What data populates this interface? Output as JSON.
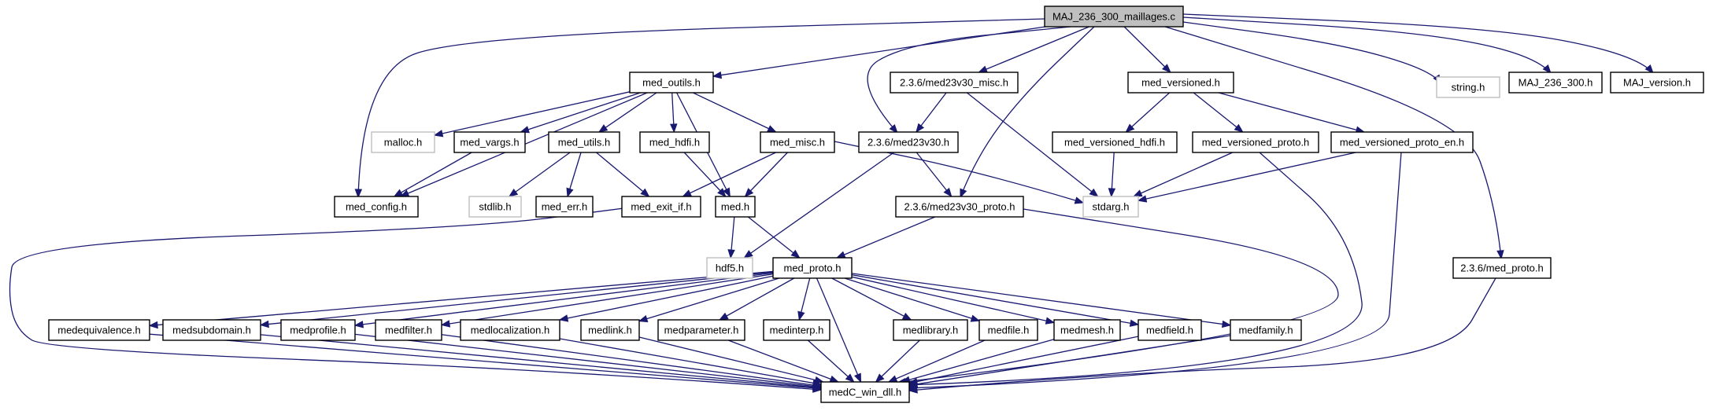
{
  "graph": {
    "colors": {
      "edge": "#191970",
      "root_fill": "#bfbfbf",
      "node_fill": "#ffffff",
      "node_border": "#000000",
      "external_border": "#bfbfbf",
      "external_text": "#7f7f7f"
    },
    "nodes": [
      {
        "id": "root",
        "label": "MAJ_236_300_maillages.c",
        "kind": "root"
      },
      {
        "id": "med_outils",
        "label": "med_outils.h",
        "kind": "normal"
      },
      {
        "id": "med23v30_misc",
        "label": "2.3.6/med23v30_misc.h",
        "kind": "normal"
      },
      {
        "id": "med_versioned",
        "label": "med_versioned.h",
        "kind": "normal"
      },
      {
        "id": "string",
        "label": "string.h",
        "kind": "external"
      },
      {
        "id": "maj236300",
        "label": "MAJ_236_300.h",
        "kind": "normal"
      },
      {
        "id": "maj_version",
        "label": "MAJ_version.h",
        "kind": "normal"
      },
      {
        "id": "malloc",
        "label": "malloc.h",
        "kind": "external"
      },
      {
        "id": "med_vargs",
        "label": "med_vargs.h",
        "kind": "normal"
      },
      {
        "id": "med_utils",
        "label": "med_utils.h",
        "kind": "normal"
      },
      {
        "id": "med_hdfi",
        "label": "med_hdfi.h",
        "kind": "normal"
      },
      {
        "id": "med_misc",
        "label": "med_misc.h",
        "kind": "normal"
      },
      {
        "id": "med23v30",
        "label": "2.3.6/med23v30.h",
        "kind": "normal"
      },
      {
        "id": "med_versioned_hdfi",
        "label": "med_versioned_hdfi.h",
        "kind": "normal"
      },
      {
        "id": "med_versioned_proto",
        "label": "med_versioned_proto.h",
        "kind": "normal"
      },
      {
        "id": "med_versioned_proto_en",
        "label": "med_versioned_proto_en.h",
        "kind": "normal"
      },
      {
        "id": "med_config",
        "label": "med_config.h",
        "kind": "normal"
      },
      {
        "id": "stdlib",
        "label": "stdlib.h",
        "kind": "external"
      },
      {
        "id": "med_err",
        "label": "med_err.h",
        "kind": "normal"
      },
      {
        "id": "med_exit_if",
        "label": "med_exit_if.h",
        "kind": "normal"
      },
      {
        "id": "med_h",
        "label": "med.h",
        "kind": "normal"
      },
      {
        "id": "med23v30_proto",
        "label": "2.3.6/med23v30_proto.h",
        "kind": "normal"
      },
      {
        "id": "stdarg",
        "label": "stdarg.h",
        "kind": "external"
      },
      {
        "id": "hdf5",
        "label": "hdf5.h",
        "kind": "external"
      },
      {
        "id": "med_proto",
        "label": "med_proto.h",
        "kind": "normal"
      },
      {
        "id": "med_proto_236",
        "label": "2.3.6/med_proto.h",
        "kind": "normal"
      },
      {
        "id": "medequivalence",
        "label": "medequivalence.h",
        "kind": "normal"
      },
      {
        "id": "medsubdomain",
        "label": "medsubdomain.h",
        "kind": "normal"
      },
      {
        "id": "medprofile",
        "label": "medprofile.h",
        "kind": "normal"
      },
      {
        "id": "medfilter",
        "label": "medfilter.h",
        "kind": "normal"
      },
      {
        "id": "medlocalization",
        "label": "medlocalization.h",
        "kind": "normal"
      },
      {
        "id": "medlink",
        "label": "medlink.h",
        "kind": "normal"
      },
      {
        "id": "medparameter",
        "label": "medparameter.h",
        "kind": "normal"
      },
      {
        "id": "medinterp",
        "label": "medinterp.h",
        "kind": "normal"
      },
      {
        "id": "medlibrary",
        "label": "medlibrary.h",
        "kind": "normal"
      },
      {
        "id": "medfile",
        "label": "medfile.h",
        "kind": "normal"
      },
      {
        "id": "medmesh",
        "label": "medmesh.h",
        "kind": "normal"
      },
      {
        "id": "medfield",
        "label": "medfield.h",
        "kind": "normal"
      },
      {
        "id": "medfamily",
        "label": "medfamily.h",
        "kind": "normal"
      },
      {
        "id": "medc_win_dll",
        "label": "medC_win_dll.h",
        "kind": "normal"
      }
    ],
    "edges": [
      [
        "root",
        "med_outils"
      ],
      [
        "root",
        "med23v30_misc"
      ],
      [
        "root",
        "med_versioned"
      ],
      [
        "root",
        "string"
      ],
      [
        "root",
        "maj236300"
      ],
      [
        "root",
        "maj_version"
      ],
      [
        "root",
        "med_config"
      ],
      [
        "root",
        "med23v30"
      ],
      [
        "root",
        "med23v30_proto"
      ],
      [
        "root",
        "med_proto_236"
      ],
      [
        "med_outils",
        "malloc"
      ],
      [
        "med_outils",
        "med_vargs"
      ],
      [
        "med_outils",
        "med_utils"
      ],
      [
        "med_outils",
        "med_hdfi"
      ],
      [
        "med_outils",
        "med_misc"
      ],
      [
        "med_outils",
        "med_h"
      ],
      [
        "med_outils",
        "med_config"
      ],
      [
        "med_vargs",
        "med_config"
      ],
      [
        "med_utils",
        "stdlib"
      ],
      [
        "med_utils",
        "med_err"
      ],
      [
        "med_utils",
        "med_exit_if"
      ],
      [
        "med_hdfi",
        "med_h"
      ],
      [
        "med_misc",
        "med_exit_if"
      ],
      [
        "med_misc",
        "med_h"
      ],
      [
        "med_misc",
        "stdarg"
      ],
      [
        "med23v30_misc",
        "med23v30"
      ],
      [
        "med23v30_misc",
        "stdarg"
      ],
      [
        "med23v30",
        "hdf5"
      ],
      [
        "med23v30",
        "med23v30_proto"
      ],
      [
        "med_versioned",
        "med_versioned_hdfi"
      ],
      [
        "med_versioned",
        "med_versioned_proto"
      ],
      [
        "med_versioned",
        "med_versioned_proto_en"
      ],
      [
        "med_versioned_hdfi",
        "stdarg"
      ],
      [
        "med_versioned_proto",
        "stdarg"
      ],
      [
        "med_versioned_proto_en",
        "stdarg"
      ],
      [
        "med_versioned_proto",
        "medc_win_dll"
      ],
      [
        "med_versioned_proto_en",
        "medc_win_dll"
      ],
      [
        "med_exit_if",
        "medc_win_dll"
      ],
      [
        "med_h",
        "hdf5"
      ],
      [
        "med_h",
        "med_proto"
      ],
      [
        "med23v30_proto",
        "med_proto"
      ],
      [
        "med23v30_proto",
        "medc_win_dll"
      ],
      [
        "med_proto_236",
        "medc_win_dll"
      ],
      [
        "med_proto",
        "medequivalence"
      ],
      [
        "med_proto",
        "medsubdomain"
      ],
      [
        "med_proto",
        "medprofile"
      ],
      [
        "med_proto",
        "medfilter"
      ],
      [
        "med_proto",
        "medlocalization"
      ],
      [
        "med_proto",
        "medlink"
      ],
      [
        "med_proto",
        "medparameter"
      ],
      [
        "med_proto",
        "medinterp"
      ],
      [
        "med_proto",
        "medlibrary"
      ],
      [
        "med_proto",
        "medfile"
      ],
      [
        "med_proto",
        "medmesh"
      ],
      [
        "med_proto",
        "medfield"
      ],
      [
        "med_proto",
        "medfamily"
      ],
      [
        "med_proto",
        "medc_win_dll"
      ],
      [
        "medequivalence",
        "medc_win_dll"
      ],
      [
        "medsubdomain",
        "medc_win_dll"
      ],
      [
        "medprofile",
        "medc_win_dll"
      ],
      [
        "medfilter",
        "medc_win_dll"
      ],
      [
        "medlocalization",
        "medc_win_dll"
      ],
      [
        "medlink",
        "medc_win_dll"
      ],
      [
        "medparameter",
        "medc_win_dll"
      ],
      [
        "medinterp",
        "medc_win_dll"
      ],
      [
        "medlibrary",
        "medc_win_dll"
      ],
      [
        "medfile",
        "medc_win_dll"
      ],
      [
        "medmesh",
        "medc_win_dll"
      ],
      [
        "medfield",
        "medc_win_dll"
      ],
      [
        "medfamily",
        "medc_win_dll"
      ]
    ]
  }
}
